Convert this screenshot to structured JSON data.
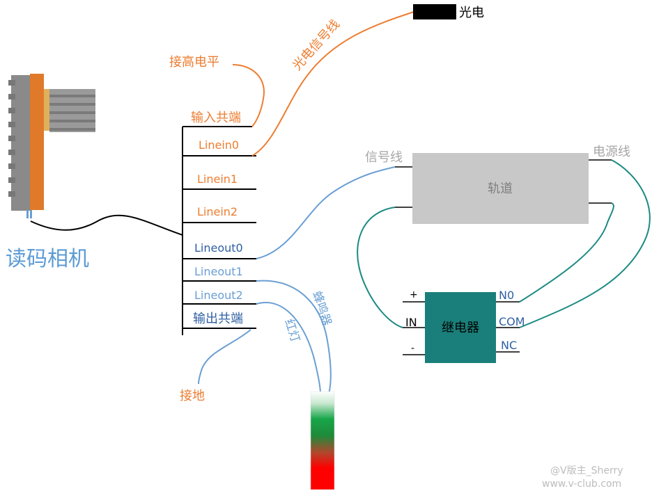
{
  "camera": {
    "label": "读码相机"
  },
  "pins": {
    "input_common": "输入共端",
    "linein0": "Linein0",
    "linein1": "Linein1",
    "linein2": "Linein2",
    "lineout0": "Lineout0",
    "lineout1": "Lineout1",
    "lineout2": "Lineout2",
    "output_common": "输出共端"
  },
  "wires": {
    "high_level": "接高电平",
    "photo_signal": "光电信号线",
    "signal_line": "信号线",
    "power_line": "电源线",
    "buzzer": "蜂鸣器",
    "red_light": "红灯",
    "ground": "接地"
  },
  "devices": {
    "photo_sensor": "光电",
    "track": "轨道",
    "relay": "继电器"
  },
  "relay_pins": {
    "plus": "+",
    "in": "IN",
    "minus": "-",
    "no": "N0",
    "com": "COM",
    "nc": "NC"
  },
  "watermark": {
    "author": "@V版主_Sherry",
    "site": "www.v-club.com"
  },
  "colors": {
    "orange": "#ED7D31",
    "blue": "#6A9FD4",
    "dark_blue": "#2E5FA3",
    "gray_label": "#A6A6A6",
    "track_gray": "#C8C8C8",
    "teal": "#1B8A82",
    "relay_fill": "#1A7F7A",
    "black": "#000000"
  }
}
